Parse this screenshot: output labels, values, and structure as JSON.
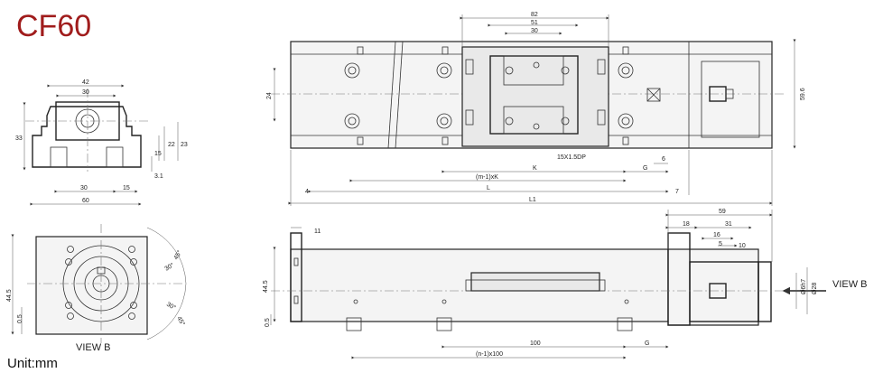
{
  "title": "CF60",
  "unit": "Unit:mm",
  "view_label": "VIEW  B",
  "view_arrow_label": "VIEW  B",
  "front_view": {
    "dims": [
      "42",
      "30",
      "33",
      "22",
      "23",
      "15",
      "3.1",
      "30",
      "15",
      "60"
    ]
  },
  "view_b": {
    "dims": [
      "44.5",
      "0.5"
    ],
    "angles": [
      "30°",
      "30°",
      "45°",
      "45°"
    ]
  },
  "top_view": {
    "dims": [
      "82",
      "51",
      "30",
      "24",
      "59.6",
      "15X1.5DP",
      "K",
      "G",
      "6",
      "(m-1)xK",
      "4",
      "L",
      "7",
      "L1"
    ]
  },
  "side_view": {
    "dims": [
      "11",
      "44.5",
      "0.5",
      "59",
      "18",
      "31",
      "16",
      "5",
      "10",
      "Ø6h7",
      "Ø28",
      "100",
      "G",
      "(n-1)x100"
    ]
  }
}
